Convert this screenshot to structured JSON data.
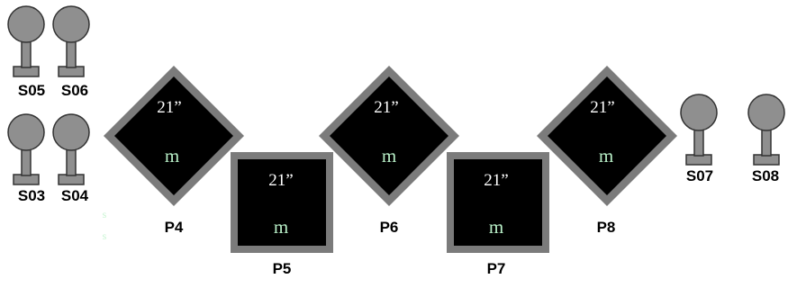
{
  "colors": {
    "screen_fill": "#000000",
    "screen_bezel": "#7b7b7b",
    "screen_size_text": "#ffffff",
    "screen_marker_text": "#b9f0c8",
    "speaker_fill": "#8f8f8f",
    "speaker_stroke": "#333333",
    "label_text": "#000000",
    "stray_text": "#c8f5d2"
  },
  "speakers": [
    {
      "id": "S05",
      "label": "S05"
    },
    {
      "id": "S06",
      "label": "S06"
    },
    {
      "id": "S03",
      "label": "S03"
    },
    {
      "id": "S04",
      "label": "S04"
    },
    {
      "id": "S07",
      "label": "S07"
    },
    {
      "id": "S08",
      "label": "S08"
    }
  ],
  "screens": [
    {
      "id": "P4",
      "label": "P4",
      "size": "21”",
      "marker": "m",
      "orientation": "diamond"
    },
    {
      "id": "P5",
      "label": "P5",
      "size": "21”",
      "marker": "m",
      "orientation": "square"
    },
    {
      "id": "P6",
      "label": "P6",
      "size": "21”",
      "marker": "m",
      "orientation": "diamond"
    },
    {
      "id": "P7",
      "label": "P7",
      "size": "21”",
      "marker": "m",
      "orientation": "square"
    },
    {
      "id": "P8",
      "label": "P8",
      "size": "21”",
      "marker": "m",
      "orientation": "diamond"
    }
  ],
  "stray_marks": [
    "s",
    "s"
  ]
}
